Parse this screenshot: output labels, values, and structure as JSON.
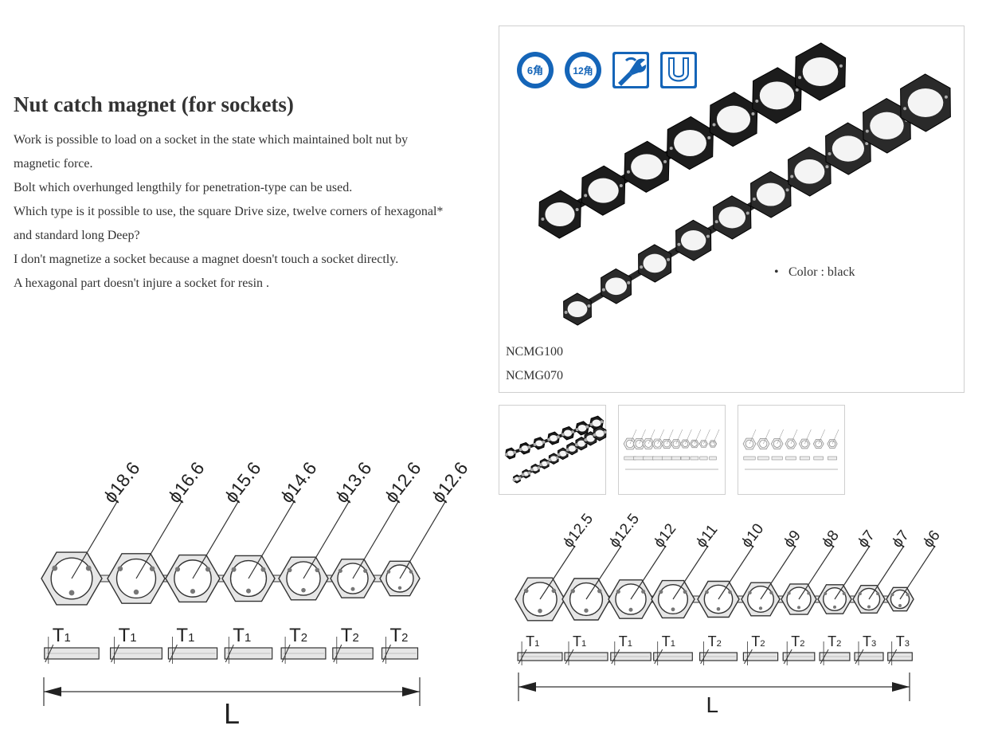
{
  "product": {
    "title": "Nut catch magnet (for sockets)",
    "description": [
      "Work is possible to load on a socket in the state which maintained bolt nut by",
      "magnetic force.",
      "Bolt which overhunged lengthily for penetration-type can be used.",
      "Which type is it possible to use, the square Drive size, twelve corners of hexagonal*",
      "and standard long Deep?",
      "I don't magnetize a socket because a magnet doesn't touch a socket directly.",
      "A hexagonal part doesn't injure a socket for resin ."
    ],
    "color_note": "Color : black",
    "models": [
      "NCMG100",
      "NCMG070"
    ]
  },
  "spec_icons": [
    {
      "name": "hex-6-icon",
      "label": "6角"
    },
    {
      "name": "hex-12-icon",
      "label": "12角"
    },
    {
      "name": "wrench-hand-icon",
      "label": ""
    },
    {
      "name": "magnet-u-icon",
      "label": ""
    }
  ],
  "thumbnails": [
    "photo",
    "diagram-1",
    "diagram-2"
  ],
  "diagram_left": {
    "diameters": [
      "ϕ18.6",
      "ϕ16.6",
      "ϕ15.6",
      "ϕ14.6",
      "ϕ13.6",
      "ϕ12.6",
      "ϕ12.6"
    ],
    "spacings": [
      "T1",
      "T1",
      "T1",
      "T1",
      "T2",
      "T2",
      "T2"
    ],
    "length_label": "L"
  },
  "diagram_right": {
    "diameters": [
      "ϕ12.5",
      "ϕ12.5",
      "ϕ12",
      "ϕ11",
      "ϕ10",
      "ϕ9",
      "ϕ8",
      "ϕ7",
      "ϕ7",
      "ϕ6"
    ],
    "spacings": [
      "T1",
      "T1",
      "T1",
      "T1",
      "T2",
      "T2",
      "T2",
      "T2",
      "T3",
      "T3"
    ],
    "length_label": "L"
  },
  "colors": {
    "icon_blue": "#1565b8",
    "nut_black": "#1c1c1c",
    "diagram_fill": "#e6e6e6",
    "diagram_stroke": "#333333"
  }
}
